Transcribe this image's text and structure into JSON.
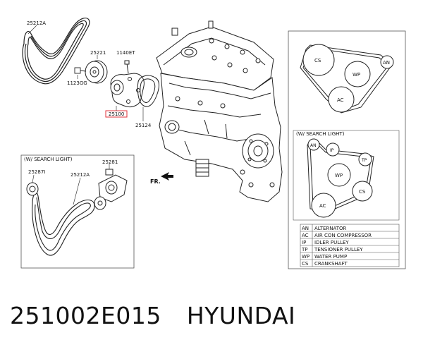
{
  "labels": {
    "belt_main": "25212A",
    "idler": "25221",
    "bolt_top": "1140ET",
    "bolt_left": "1123GG",
    "pump": "25100",
    "gasket": "25124",
    "front": "FR."
  },
  "search_light_left": {
    "title": "(W/ SEARCH LIGHT)",
    "pulley": "25287I",
    "belt": "25212A",
    "tensioner": "25281"
  },
  "belt_diagram_top": {
    "pulleys": [
      "CS",
      "WP",
      "AN",
      "AC"
    ]
  },
  "belt_diagram_search": {
    "title": "(W/ SEARCH LIGHT)",
    "pulleys": [
      "AN",
      "IP",
      "TP",
      "WP",
      "CS",
      "AC"
    ]
  },
  "legend": [
    {
      "code": "AN",
      "desc": "ALTERNATOR"
    },
    {
      "code": "AC",
      "desc": "AIR CON COMPRESSOR"
    },
    {
      "code": "IP",
      "desc": "IDLER PULLEY"
    },
    {
      "code": "TP",
      "desc": "TENSIONER PULLEY"
    },
    {
      "code": "WP",
      "desc": "WATER PUMP"
    },
    {
      "code": "CS",
      "desc": "CRANKSHAFT"
    }
  ],
  "caption": {
    "part_number": "251002E015",
    "brand": "HYUNDAI"
  },
  "colors": {
    "highlight": "#e0303a",
    "line": "#222222"
  }
}
